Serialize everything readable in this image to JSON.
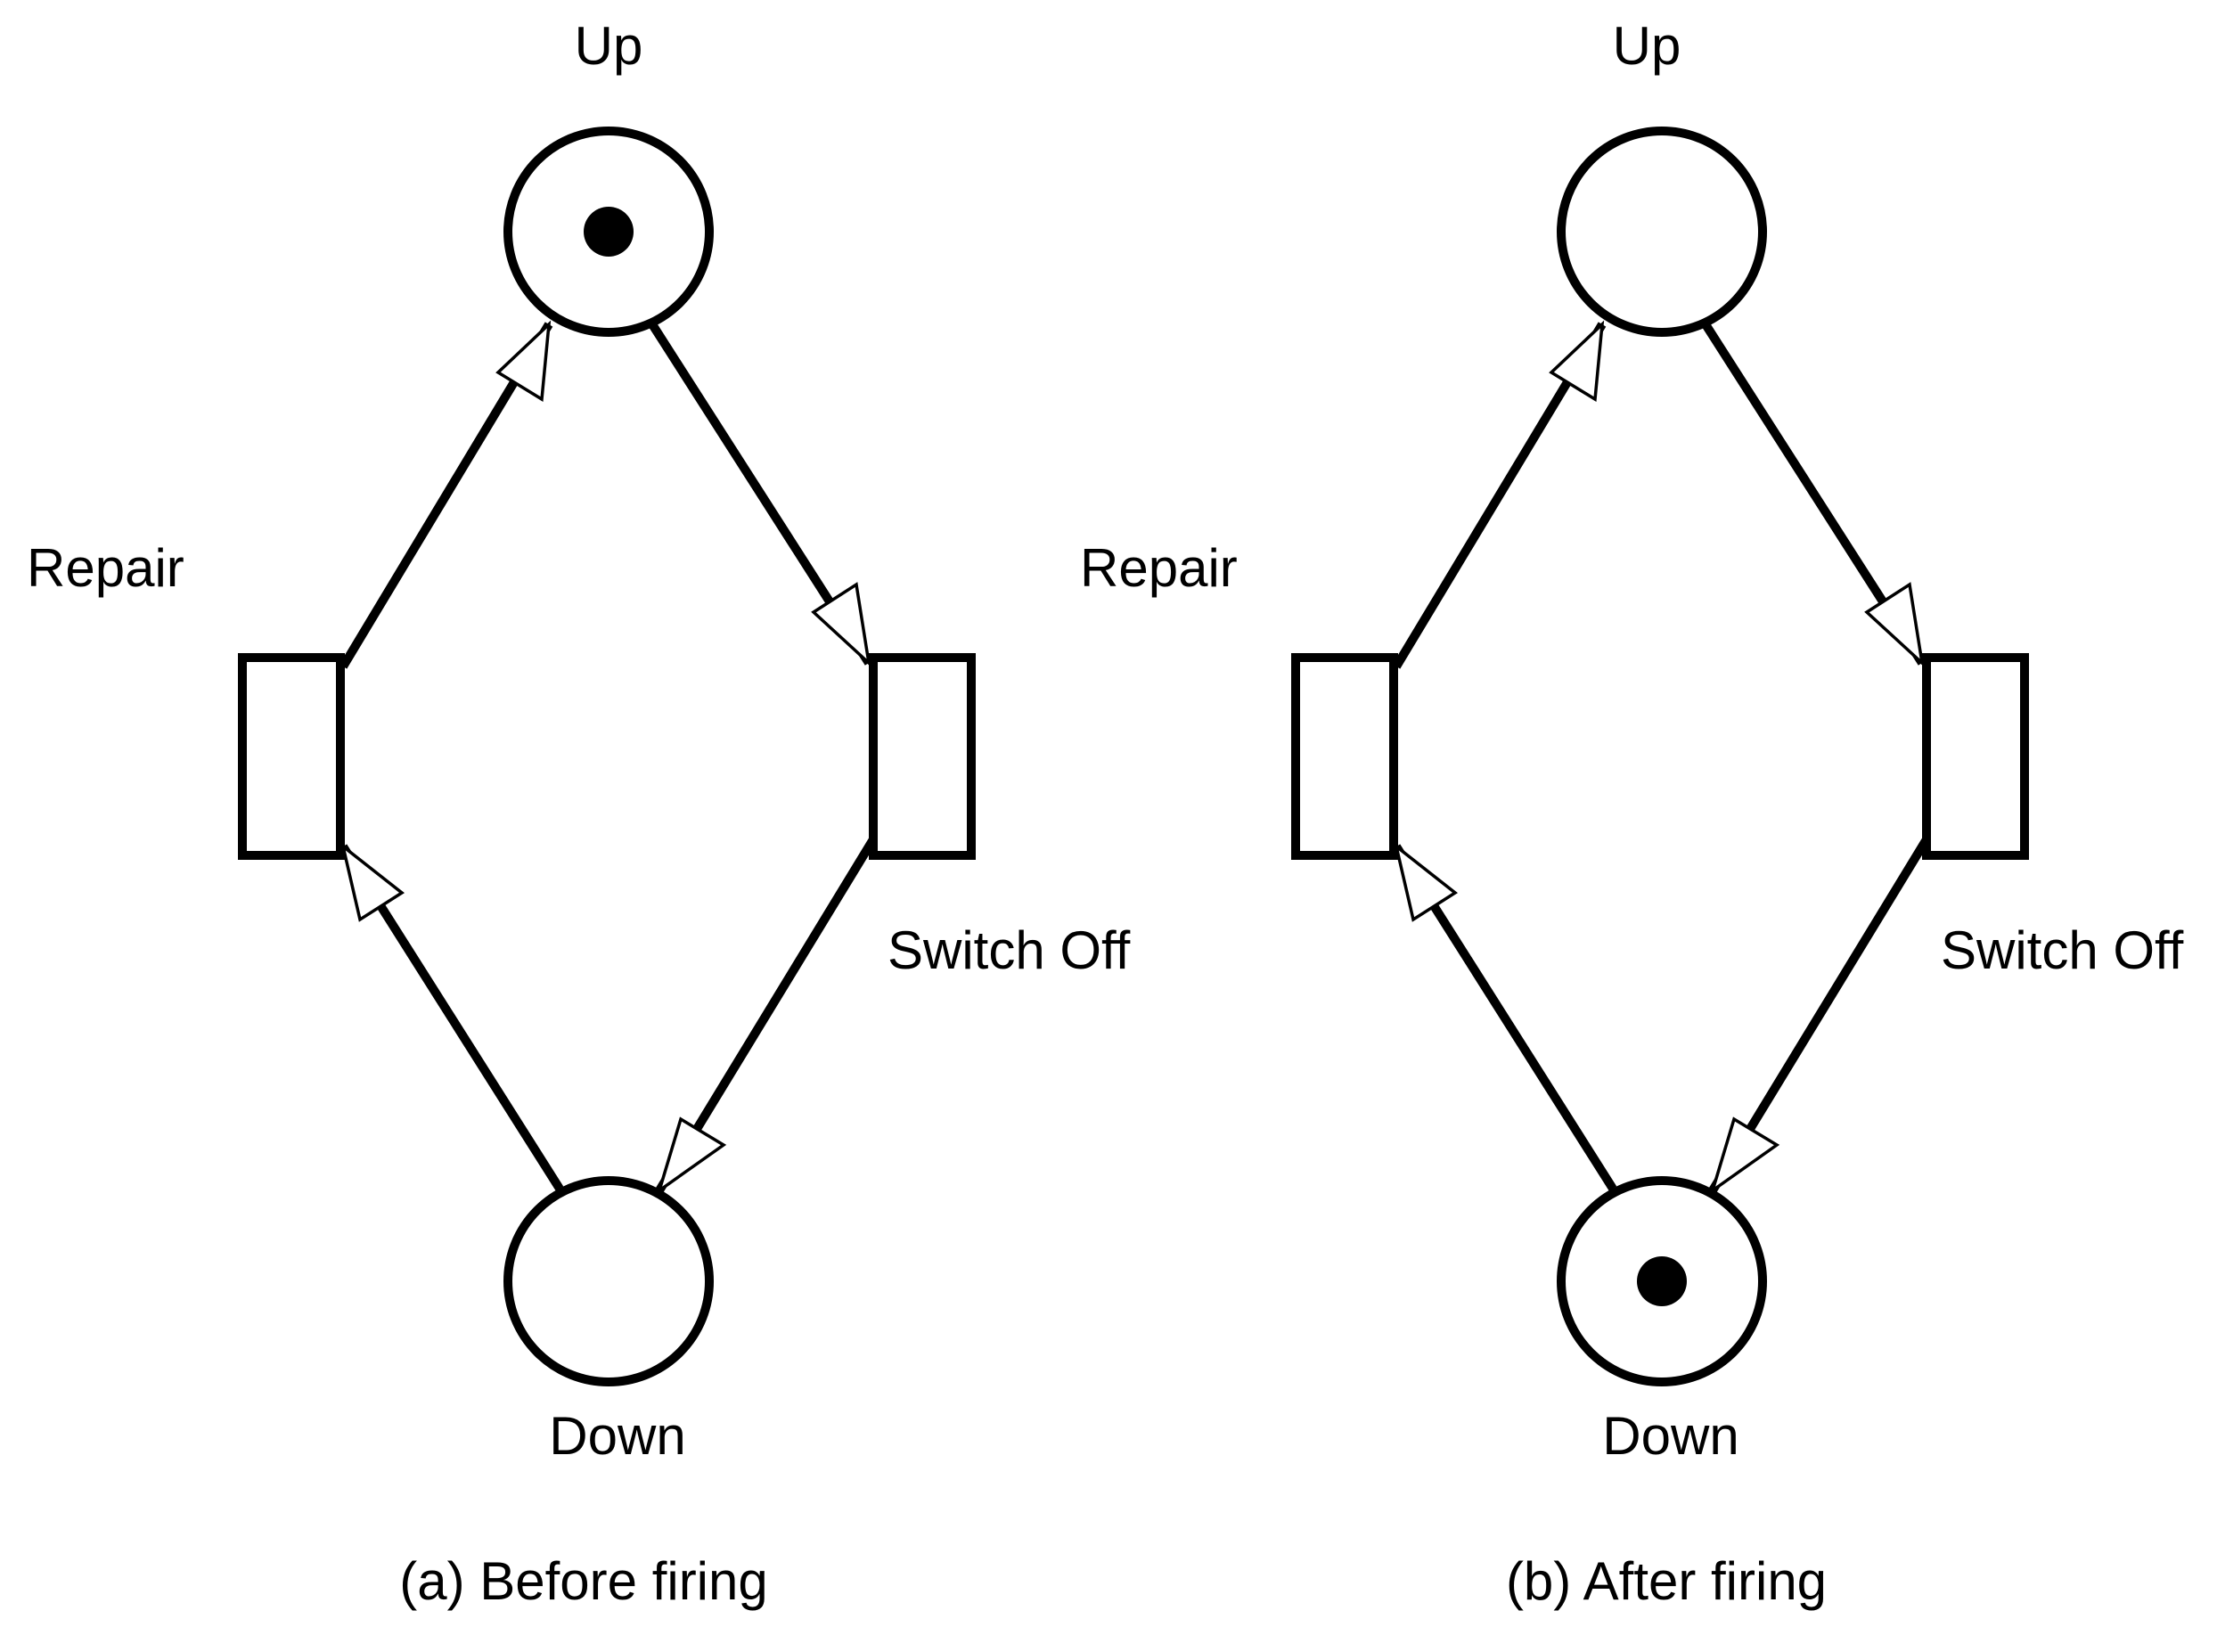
{
  "panels": [
    {
      "caption": "(a) Before firing",
      "places": {
        "up": {
          "label": "Up",
          "tokens": 1
        },
        "down": {
          "label": "Down",
          "tokens": 0
        }
      },
      "transitions": {
        "repair": {
          "label": "Repair"
        },
        "switch_off": {
          "label": "Switch Off"
        }
      }
    },
    {
      "caption": "(b) After firing",
      "places": {
        "up": {
          "label": "Up",
          "tokens": 0
        },
        "down": {
          "label": "Down",
          "tokens": 1
        }
      },
      "transitions": {
        "repair": {
          "label": "Repair"
        },
        "switch_off": {
          "label": "Switch Off"
        }
      }
    }
  ],
  "colors": {
    "stroke": "#000000",
    "fill": "#ffffff",
    "token": "#000000"
  }
}
